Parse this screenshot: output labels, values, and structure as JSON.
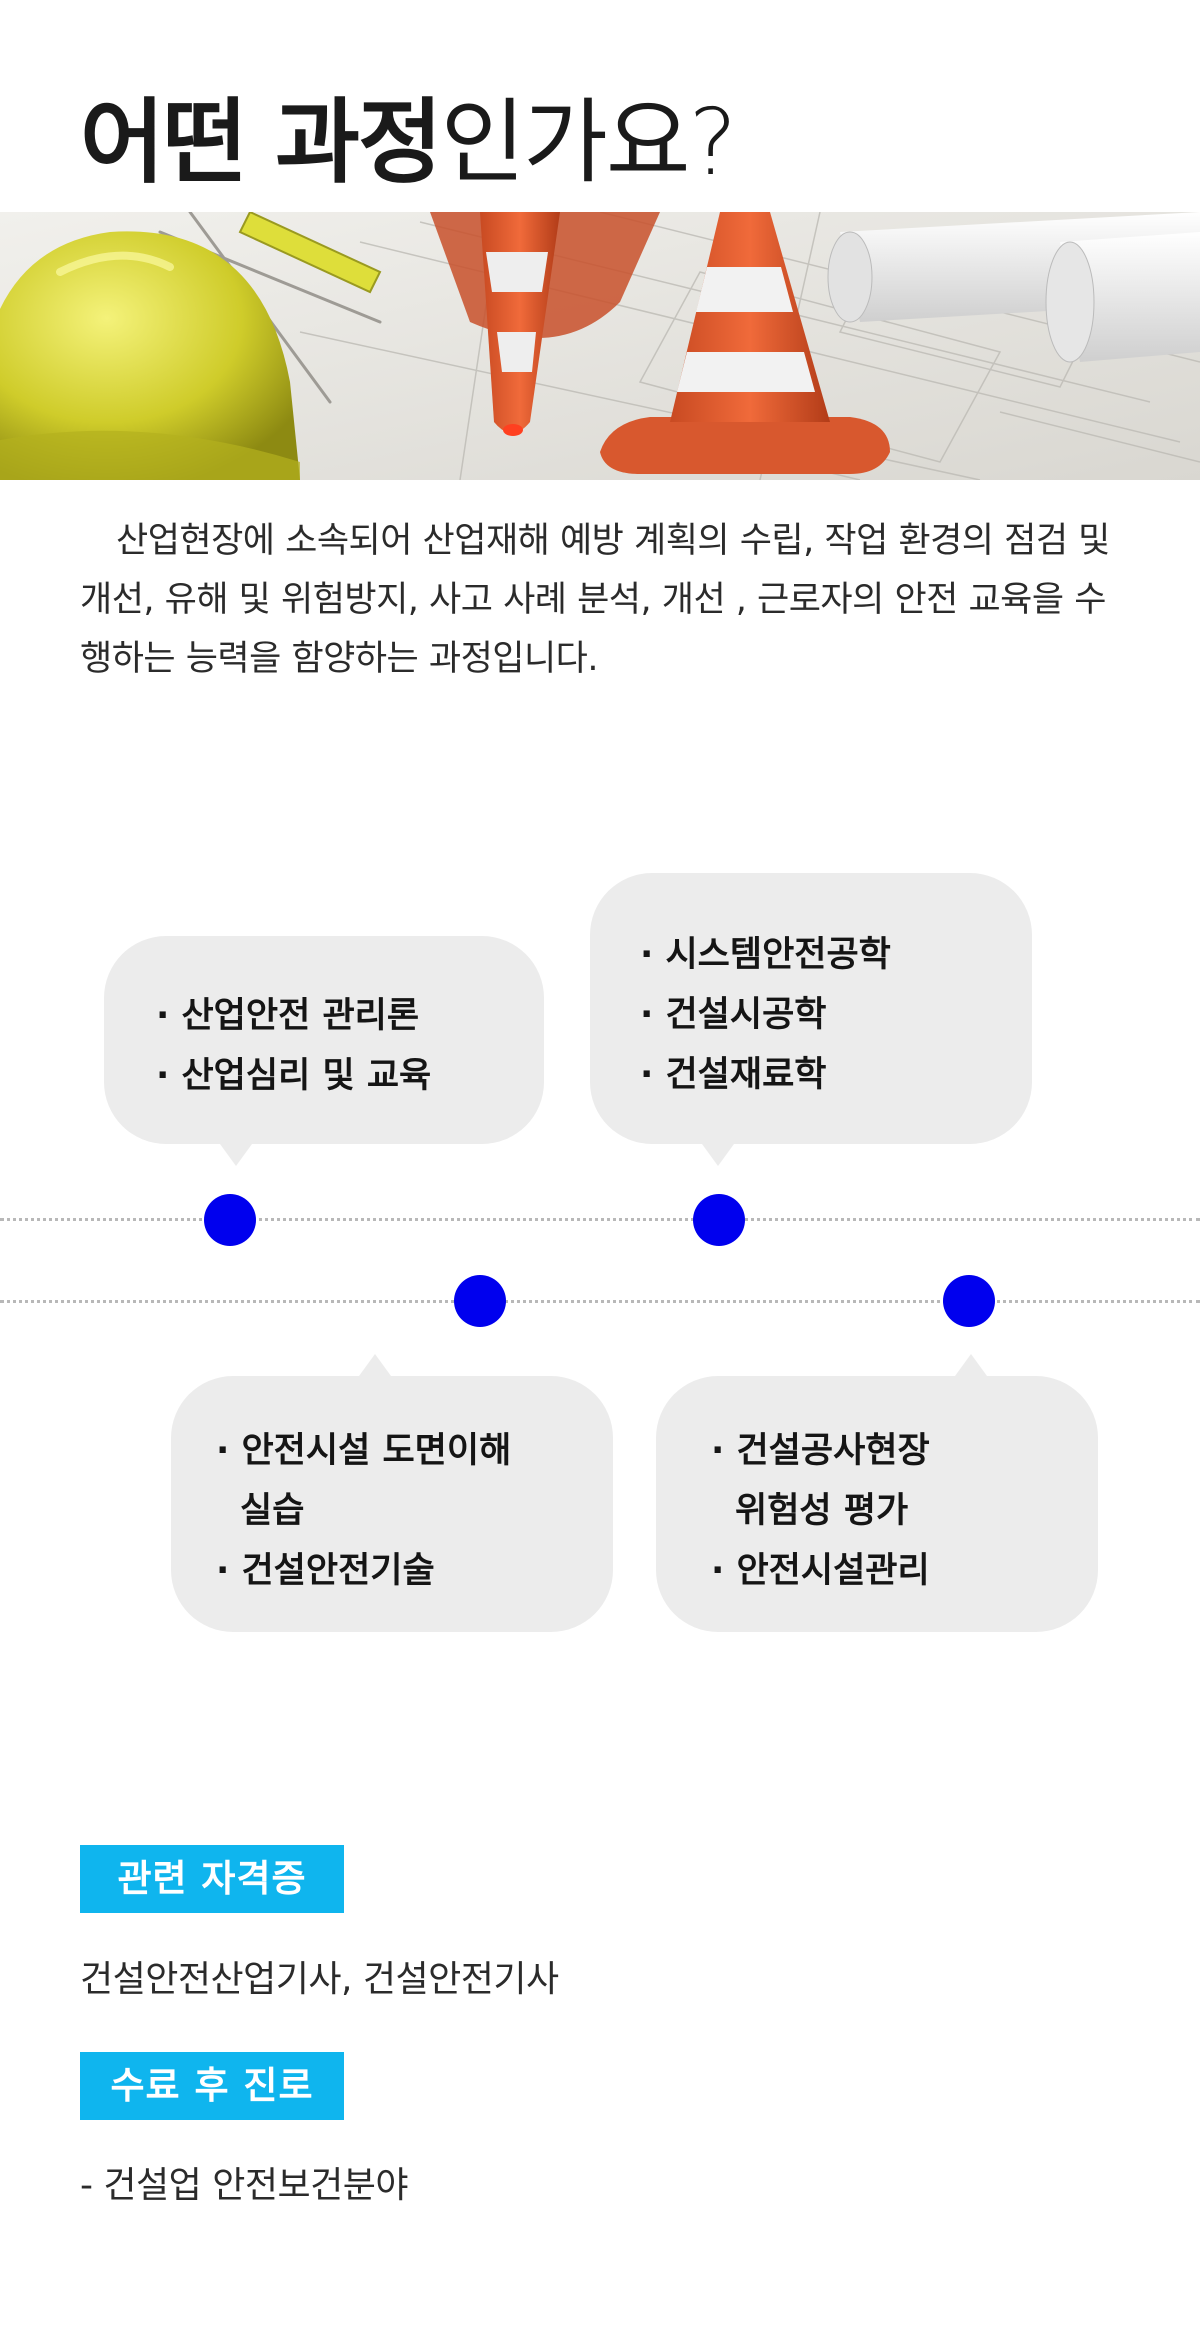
{
  "heading": {
    "bold": "어떤 과정",
    "light": "인가요?"
  },
  "intro": "산업현장에 소속되어 산업재해 예방 계획의 수립, 작업 환경의 점검 및 개선, 유해 및 위험방지, 사고 사례 분석, 개선 , 근로자의 안전 교육을 수행하는 능력을 함양하는 과정입니다.",
  "timeline": {
    "top": [
      {
        "items": [
          "· 산업안전 관리론",
          "· 산업심리 및 교육"
        ]
      },
      {
        "items": [
          "· 시스템안전공학",
          "· 건설시공학",
          "· 건설재료학"
        ]
      }
    ],
    "bottom": [
      {
        "items": [
          "· 안전시설 도면이해",
          "  실습",
          "· 건설안전기술"
        ]
      },
      {
        "items": [
          "· 건설공사현장",
          "  위험성 평가",
          "· 안전시설관리"
        ]
      }
    ]
  },
  "certificate": {
    "label": "관련 자격증",
    "value": "건설안전산업기사, 건설안전기사"
  },
  "career": {
    "label": "수료 후 진로",
    "value": "- 건설업 안전보건분야"
  },
  "colors": {
    "dot": "#0000ee",
    "tag": "#0fb5ee",
    "bubble": "#ececec"
  }
}
